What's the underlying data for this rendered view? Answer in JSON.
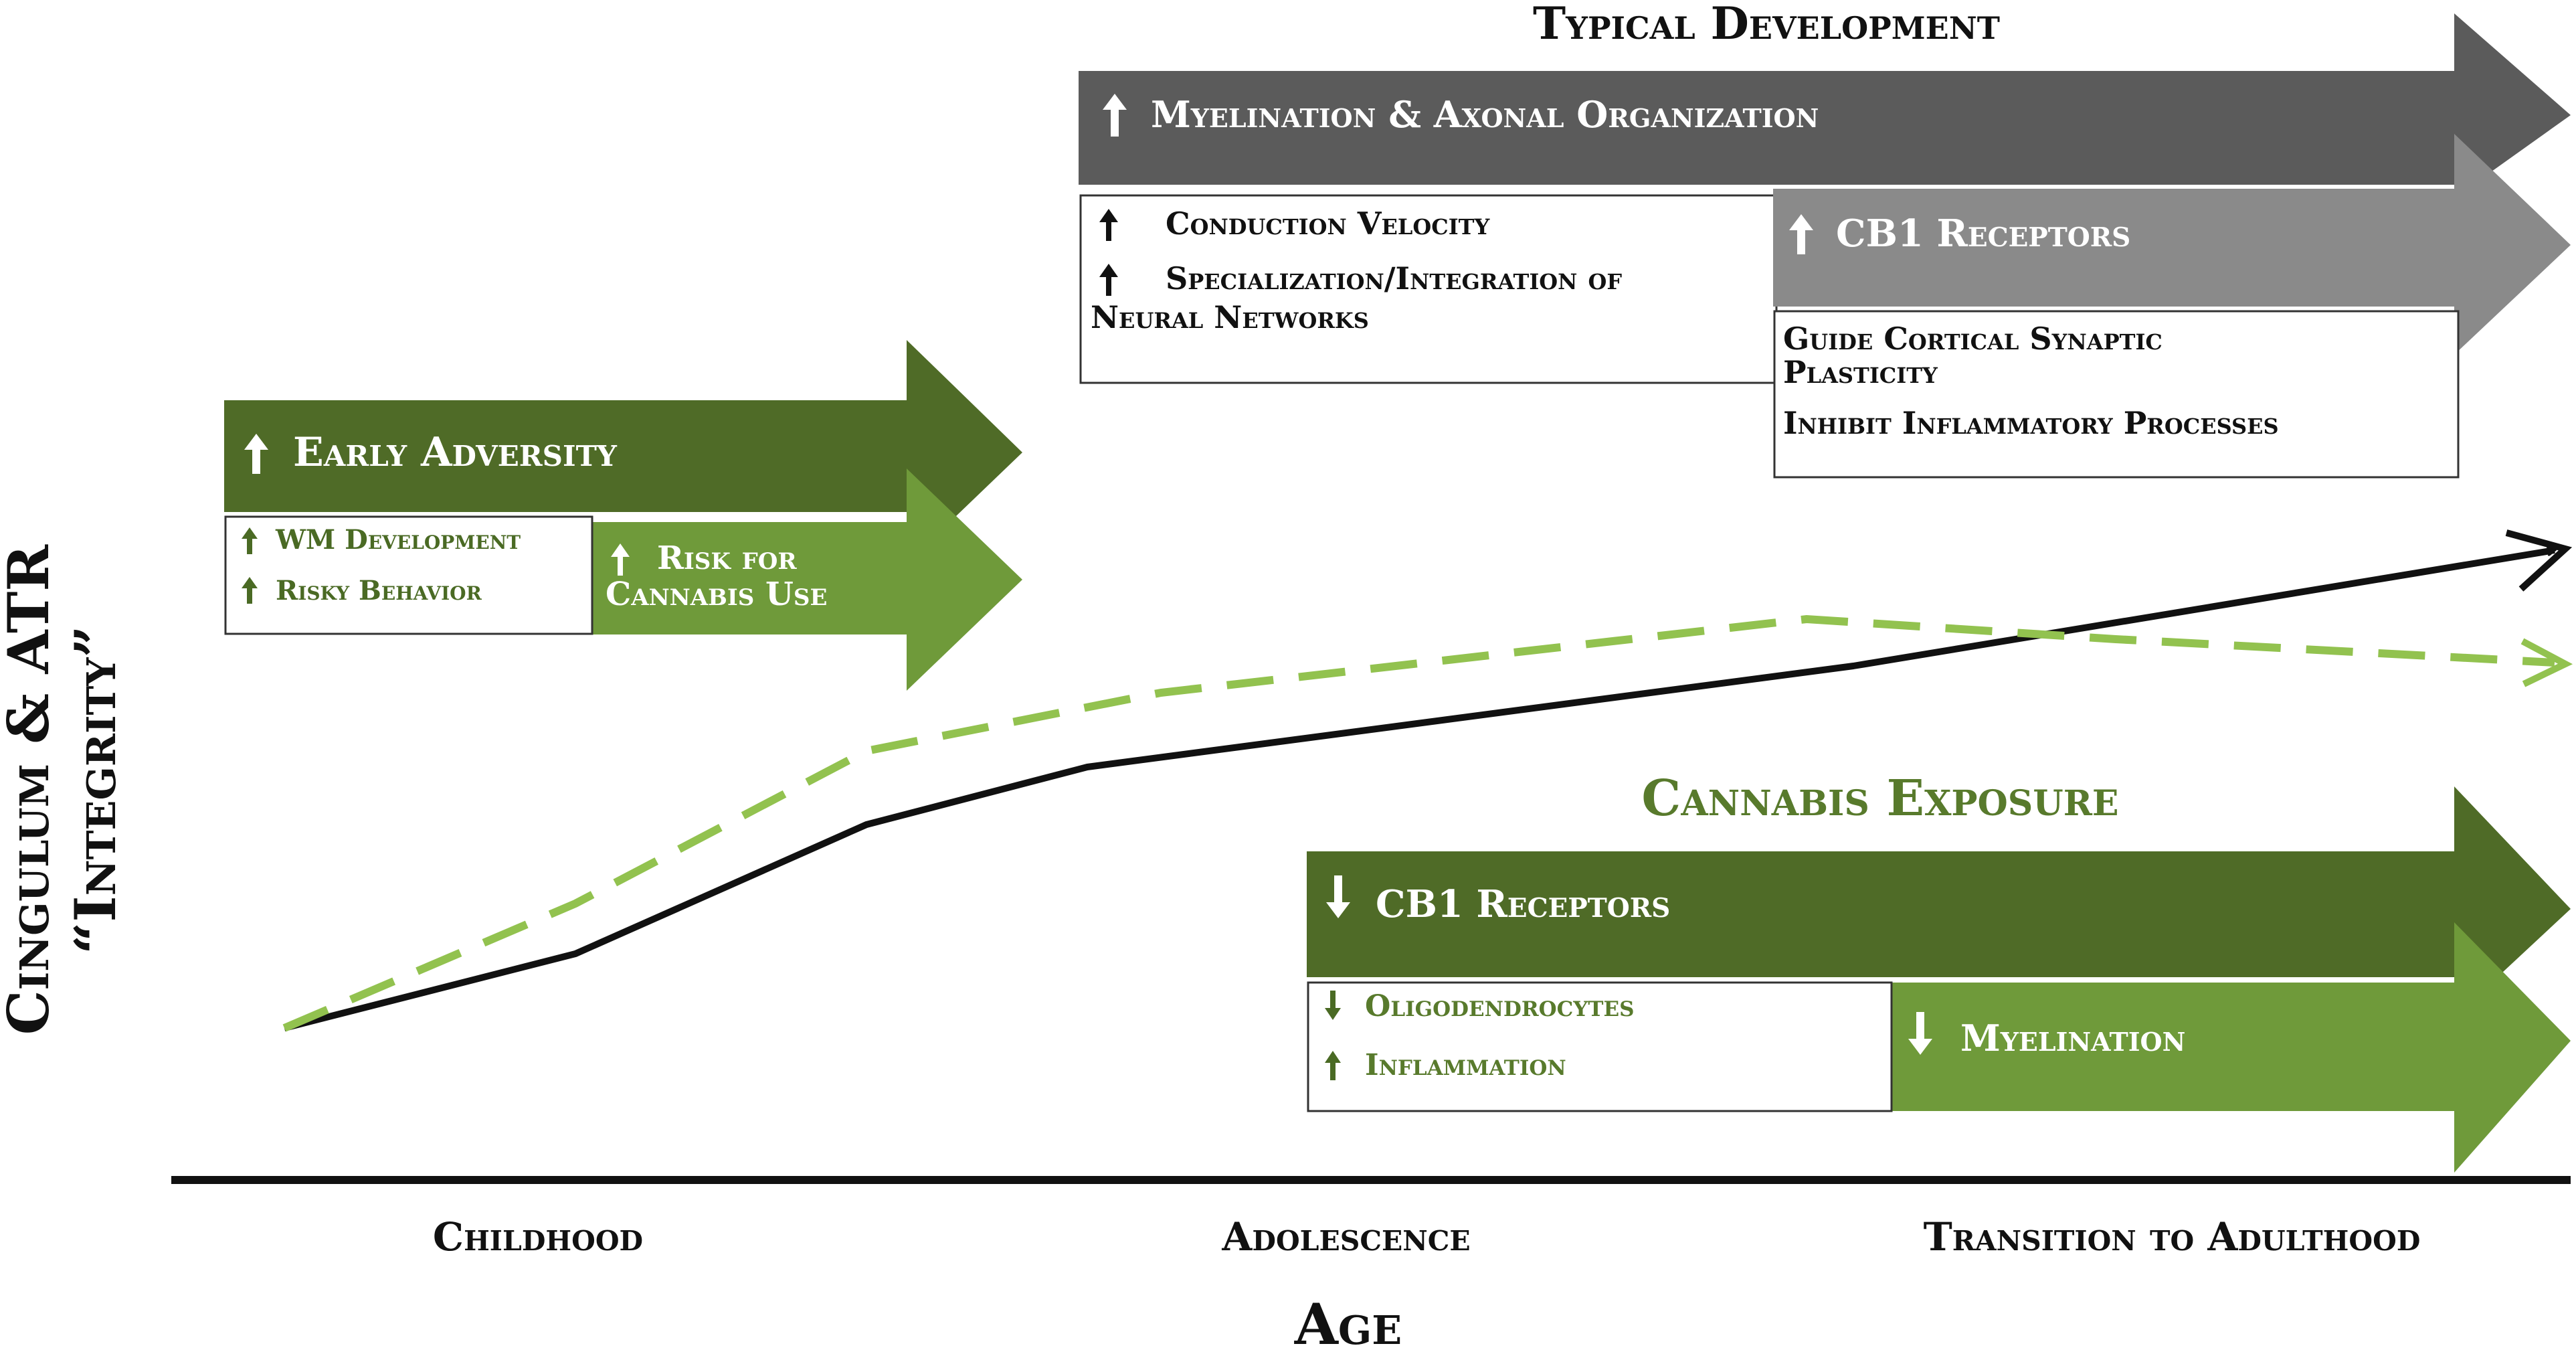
{
  "colors": {
    "typical_dark": "#5b5b5b",
    "typical_mid": "#8a8a8a",
    "green_dark": "#4f6b27",
    "green_light": "#6f9a3a",
    "dashed_line": "#92c24f",
    "solid_line": "#111111"
  },
  "y_axis_label_line1": "Cingulum & ATR",
  "y_axis_label_line2": "“Integrity”",
  "x_axis_label": "Age",
  "x_ticks": [
    "Childhood",
    "Adolescence",
    "Transition to Adulthood"
  ],
  "typical_development": {
    "title": "Typical Development",
    "arrow_main": "Myelination & Axonal Organization",
    "box_items": [
      "Conduction Velocity",
      "Specialization/Integration of",
      "Neural Networks"
    ],
    "arrow_cb1": "CB1 Receptors",
    "cb1_items": [
      "Guide Cortical Synaptic",
      "Plasticity",
      "Inhibit Inflammatory Processes"
    ]
  },
  "early_adversity": {
    "arrow_main": "Early Adversity",
    "box_items": [
      "WM Development",
      "Risky Behavior"
    ],
    "arrow_risk_line1": "Risk for",
    "arrow_risk_line2": "Cannabis Use"
  },
  "cannabis_exposure": {
    "title": "Cannabis Exposure",
    "arrow_main": "CB1 Receptors",
    "box_items": [
      "Oligodendrocytes",
      "Inflammation"
    ],
    "arrow_myelination": "Myelination"
  },
  "icons": {
    "up": "up-arrow-icon",
    "down": "down-arrow-icon"
  }
}
